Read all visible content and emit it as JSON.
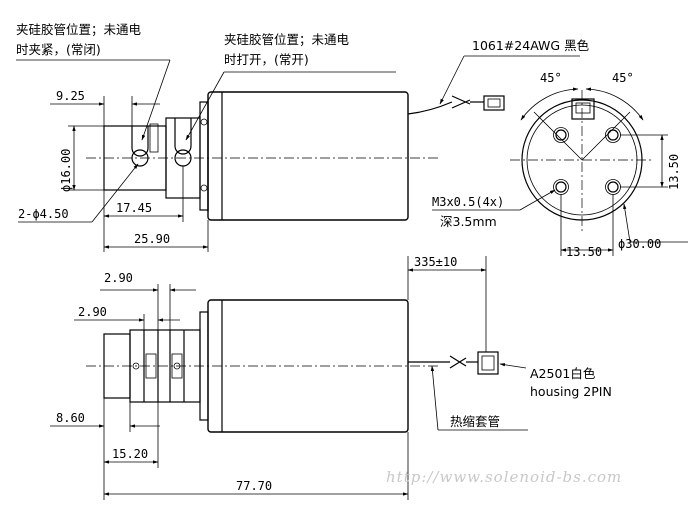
{
  "callouts": {
    "closed_line1": "夹硅胶管位置；未通电",
    "closed_line2": "时夹紧，(常闭)",
    "open_line1": "夹硅胶管位置；未通电",
    "open_line2": "时打开，(常开)",
    "wire": "1061#24AWG 黑色",
    "thread": "M3x0.5(4x)",
    "depth": "深3.5mm",
    "housing_line1": "A2501白色",
    "housing_line2": "housing 2PIN",
    "shrink_tube": "热缩套管"
  },
  "dimensions": {
    "d_9_25": "9.25",
    "d_16": "ϕ16.00",
    "d_2x4_5": "2-ϕ4.50",
    "d_17_45": "17.45",
    "d_25_9": "25.90",
    "angle_a": "45°",
    "angle_b": "45°",
    "d_13_5_v": "13.50",
    "d_13_5_h": "13.50",
    "d_30": "ϕ30.00",
    "d_2_9_a": "2.90",
    "d_2_9_b": "2.90",
    "d_335": "335±10",
    "d_8_6": "8.60",
    "d_15_2": "15.20",
    "d_77_7": "77.70"
  },
  "watermark": "http://www.solenoid-bs.com"
}
